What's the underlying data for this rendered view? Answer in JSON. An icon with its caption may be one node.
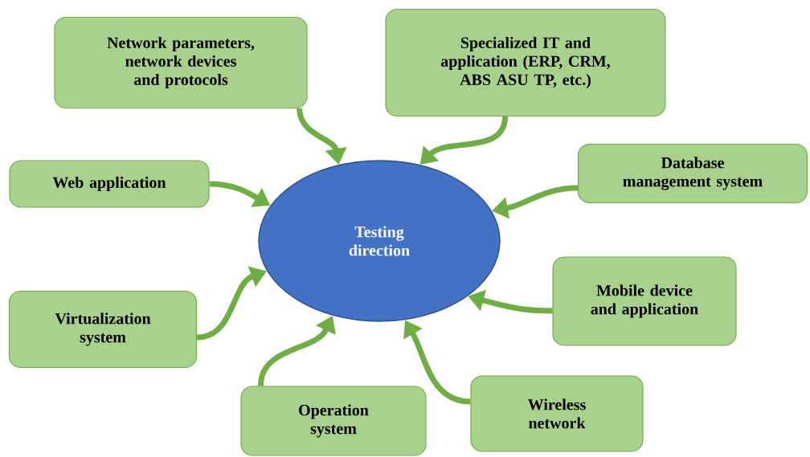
{
  "diagram": {
    "nodes": [
      {
        "text": [
          "Testing direction"
        ]
      },
      {
        "text": [
          "Network parameters, network devices and protocols"
        ]
      },
      {
        "text": [
          "Specialized IT and application (ERP, CRM, ABS ASU TP, etc.)"
        ]
      },
      {
        "text": [
          "Web application"
        ]
      },
      {
        "text": [
          "Database management system"
        ]
      },
      {
        "text": [
          "Virtualization system"
        ]
      },
      {
        "text": [
          "Mobile device and application"
        ]
      },
      {
        "text": [
          "Operation system"
        ]
      },
      {
        "text": [
          "Wireless network"
        ]
      }
    ],
    "edges": [
      {
        "from": 1,
        "to": 0,
        "arrow": "to"
      },
      {
        "from": 2,
        "to": 0,
        "arrow": "to"
      },
      {
        "from": 3,
        "to": 0,
        "arrow": "to"
      },
      {
        "from": 4,
        "to": 0,
        "arrow": "to"
      },
      {
        "from": 5,
        "to": 0,
        "arrow": "to"
      },
      {
        "from": 6,
        "to": 0,
        "arrow": "to"
      },
      {
        "from": 8,
        "to": 0,
        "arrow": "to"
      },
      {
        "from": 7,
        "to": 0,
        "arrow": "to"
      }
    ]
  }
}
